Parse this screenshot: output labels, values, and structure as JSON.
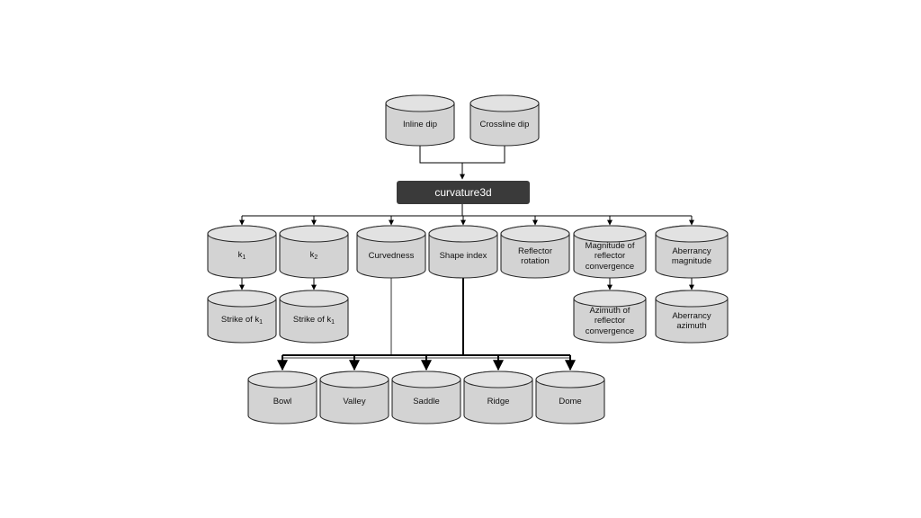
{
  "process": {
    "label": "curvature3d"
  },
  "inputs": [
    {
      "id": "inline-dip",
      "label": "Inline dip"
    },
    {
      "id": "crossline-dip",
      "label": "Crossline dip"
    }
  ],
  "outputs_row1": [
    {
      "id": "k1",
      "label": "k",
      "sub": "1"
    },
    {
      "id": "k2",
      "label": "k",
      "sub": "2"
    },
    {
      "id": "curvedness",
      "label": "Curvedness"
    },
    {
      "id": "shape-index",
      "label": "Shape index"
    },
    {
      "id": "reflector-rotation",
      "label": "Reflector rotation"
    },
    {
      "id": "magnitude-reflector-convergence",
      "label": "Magnitude of reflector convergence"
    },
    {
      "id": "aberrancy-magnitude",
      "label": "Aberrancy magnitude"
    }
  ],
  "outputs_row2": [
    {
      "id": "strike-k1-a",
      "label": "Strike of k",
      "sub": "1"
    },
    {
      "id": "strike-k1-b",
      "label": "Strike of k",
      "sub": "1"
    },
    {
      "id": "azimuth-reflector-convergence",
      "label": "Azimuth of reflector convergence"
    },
    {
      "id": "aberrancy-azimuth",
      "label": "Aberrancy azimuth"
    }
  ],
  "shapes": [
    {
      "id": "bowl",
      "label": "Bowl"
    },
    {
      "id": "valley",
      "label": "Valley"
    },
    {
      "id": "saddle",
      "label": "Saddle"
    },
    {
      "id": "ridge",
      "label": "Ridge"
    },
    {
      "id": "dome",
      "label": "Dome"
    }
  ],
  "colors": {
    "cylinder_fill": "#d3d3d3",
    "cylinder_stroke": "#2b2b2b",
    "process_fill": "#3a3a3a",
    "line": "#000000"
  }
}
